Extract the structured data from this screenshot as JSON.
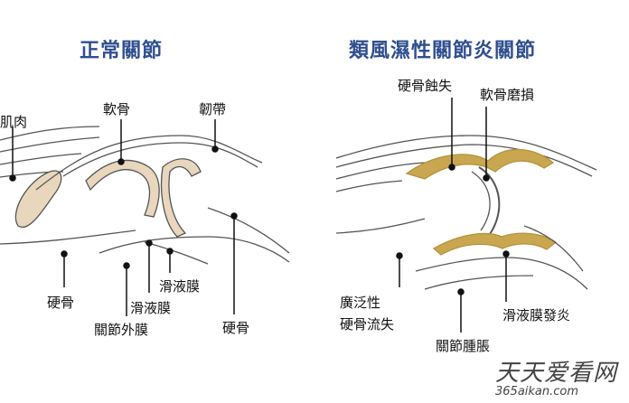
{
  "left_panel": {
    "title": "正常關節",
    "labels": {
      "muscle": "肌肉",
      "cartilage": "軟骨",
      "ligament": "韌帶",
      "bone_left": "硬骨",
      "synovial_fluid": "滑液膜",
      "synovial_membrane": "滑液膜",
      "joint_capsule": "關節外膜",
      "bone_right": "硬骨"
    }
  },
  "right_panel": {
    "title": "類風濕性關節炎關節",
    "labels": {
      "bone_erosion": "硬骨蝕失",
      "cartilage_wear": "軟骨磨損",
      "osteoporosis_line1": "廣泛性",
      "osteoporosis_line2": "硬骨流失",
      "synovitis": "滑液膜發炎",
      "joint_swelling": "關節腫脹"
    }
  },
  "watermark": {
    "brand": "天天爱看网",
    "url": "365aikan.com"
  },
  "colors": {
    "title": "#2f4f8f",
    "cartilage_fill": "#e8d6bd",
    "inflamed_tissue": "#c9a650",
    "outline": "#555555"
  }
}
